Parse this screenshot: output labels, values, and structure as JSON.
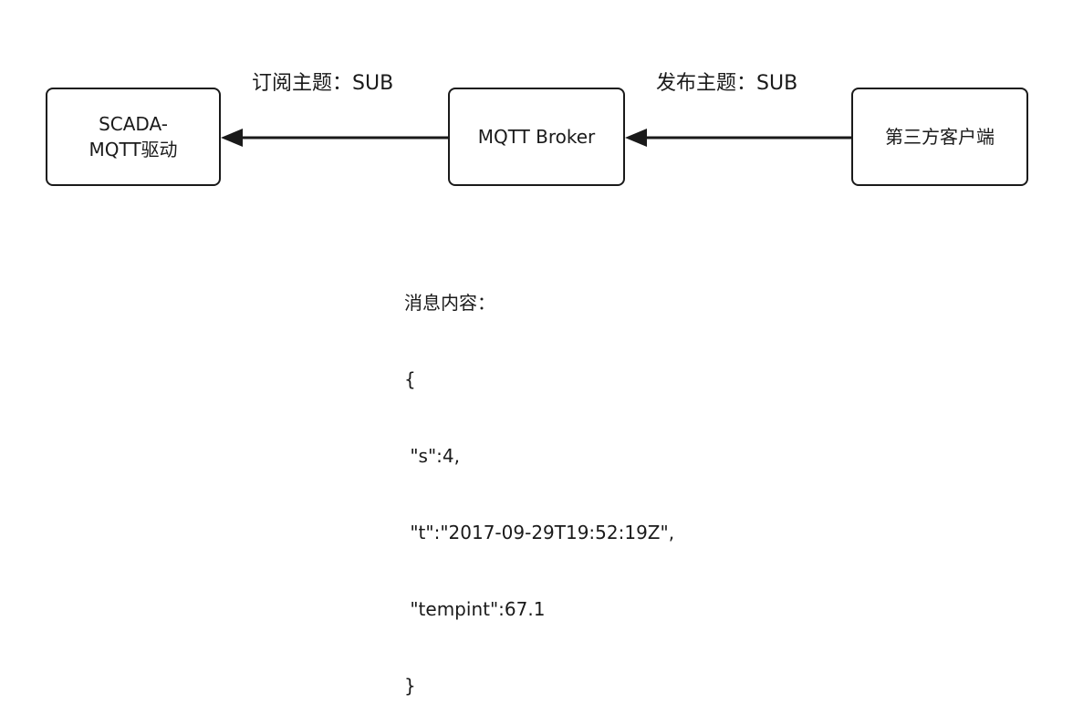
{
  "nodes": {
    "scada": {
      "label": "SCADA-\nMQTT驱动"
    },
    "broker": {
      "label": "MQTT Broker"
    },
    "client": {
      "label": "第三方客户端"
    }
  },
  "edges": {
    "subscribe": {
      "label": "订阅主题：SUB"
    },
    "publish": {
      "label": "发布主题：SUB"
    }
  },
  "message": {
    "title": "消息内容：",
    "lines": [
      "{",
      " \"s\":4,",
      " \"t\":\"2017-09-29T19:52:19Z\",",
      " \"tempint\":67.1",
      "}"
    ]
  }
}
